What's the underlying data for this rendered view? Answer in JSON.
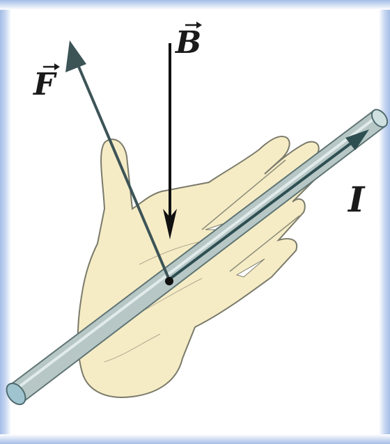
{
  "labels": {
    "force": "F",
    "field": "B",
    "current": "I"
  },
  "colors": {
    "background_frame": "#a9c2e8",
    "hand_fill": "#f5ecc6",
    "hand_outline": "#7a7a6a",
    "wire_fill": "#b7c7c6",
    "wire_highlight": "#d8e4e4",
    "wire_end": "#9fc4cf",
    "vector_force": "#3d5457",
    "vector_field": "#111111",
    "vector_current": "#2e4f52"
  }
}
